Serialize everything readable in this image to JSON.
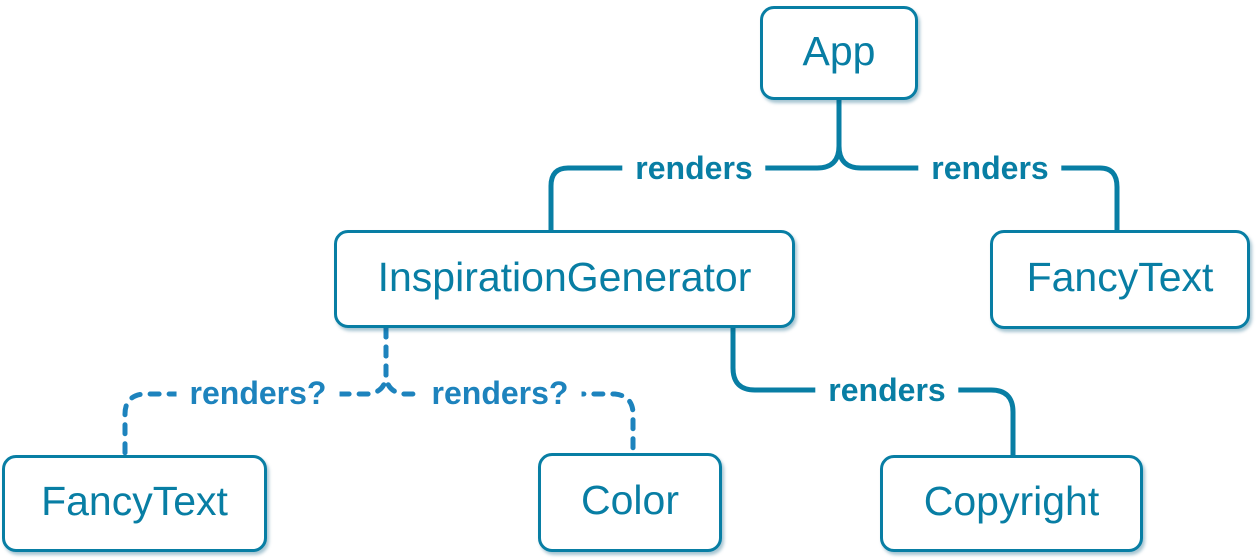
{
  "diagram_type": "component-render-tree",
  "colors": {
    "background": "#ffffff",
    "solid_stroke": "#087ea4",
    "dashed_stroke": "#1d83bd",
    "node_border": "#087ea4",
    "node_fill": "#ffffff",
    "node_text": "#087ea4"
  },
  "nodes": {
    "app": {
      "label": "App"
    },
    "inspiration_generator": {
      "label": "InspirationGenerator"
    },
    "fancy_text_top": {
      "label": "FancyText"
    },
    "fancy_text_bottom": {
      "label": "FancyText"
    },
    "color": {
      "label": "Color"
    },
    "copyright": {
      "label": "Copyright"
    }
  },
  "edges": {
    "app_inspiration": {
      "label": "renders",
      "style": "solid"
    },
    "app_fancytext": {
      "label": "renders",
      "style": "solid"
    },
    "inspiration_copyright": {
      "label": "renders",
      "style": "solid"
    },
    "inspiration_fancytext": {
      "label": "renders?",
      "style": "dashed"
    },
    "inspiration_color": {
      "label": "renders?",
      "style": "dashed"
    }
  }
}
